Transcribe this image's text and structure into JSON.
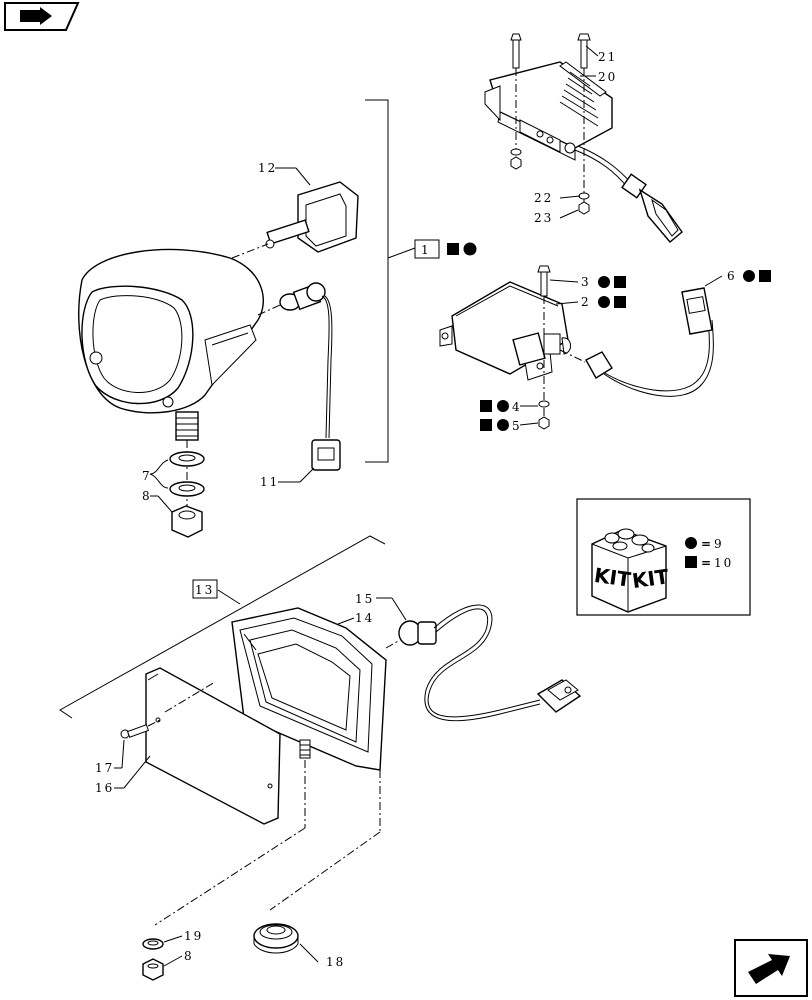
{
  "labels": {
    "p1": "1",
    "p2": "2",
    "p3": "3",
    "p4": "4",
    "p5": "5",
    "p6": "6",
    "p7": "7",
    "p8a": "8",
    "p8b": "8",
    "p9": "9",
    "p10": "10",
    "p11": "11",
    "p12": "12",
    "p13": "13",
    "p14": "14",
    "p15": "15",
    "p16": "16",
    "p17": "17",
    "p18": "18",
    "p19": "19",
    "p20": "20",
    "p21": "21",
    "p22": "22",
    "p23": "23"
  },
  "kit": {
    "word_left": "KIT",
    "word_right": "KIT",
    "eq1": "=",
    "eq2": "="
  },
  "icons": {
    "top_left": "arrow-tab-icon",
    "bottom_right": "next-page-arrow-icon",
    "legend_circle": "filled-circle-icon",
    "legend_square": "filled-square-icon"
  }
}
